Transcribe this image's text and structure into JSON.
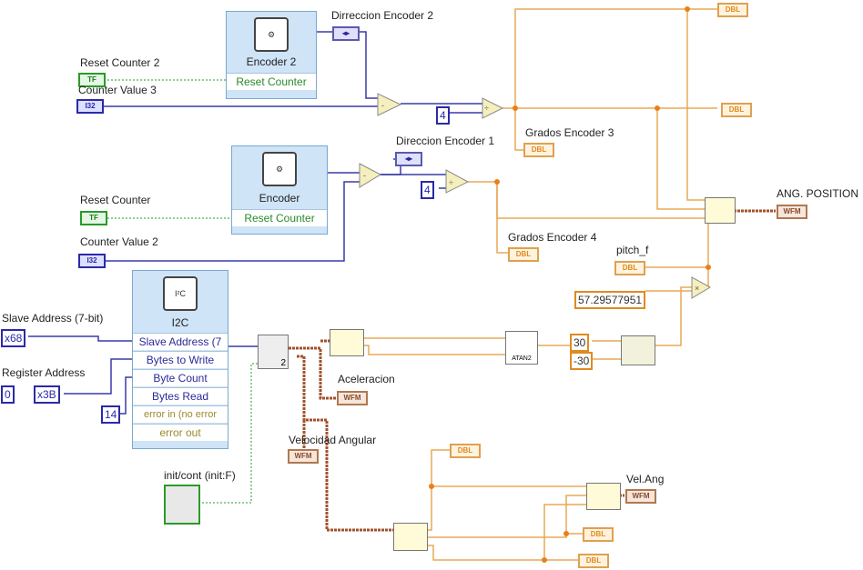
{
  "diagram": {
    "encoder2": {
      "title": "Encoder 2",
      "input": "Reset Counter",
      "icon": "encoder-icon"
    },
    "encoder1": {
      "title": "Encoder",
      "input": "Reset Counter",
      "icon": "encoder-icon"
    },
    "i2c": {
      "title": "I2C",
      "icon": "i2c-icon",
      "rows": [
        "Slave Address (7",
        "Bytes to Write",
        "Byte Count",
        "Bytes Read",
        "error in (no error",
        "error out"
      ]
    },
    "labels": {
      "reset_counter_2": "Reset Counter 2",
      "counter_value_3": "Counter Value 3",
      "dir_enc_2": "Dirreccion Encoder 2",
      "dir_enc_1": "Direccion Encoder 1",
      "reset_counter": "Reset Counter",
      "counter_value_2": "Counter Value 2",
      "grados_enc_3": "Grados Encoder 3",
      "grados_enc_4": "Grados Encoder 4",
      "ang_position": "ANG. POSITION",
      "pitch_f": "pitch_f",
      "slave_address": "Slave Address (7-bit)",
      "register_address": "Register Address",
      "aceleracion": "Aceleracion",
      "velocidad_angular": "Velocidad Angular",
      "init_cont": "init/cont (init:F)",
      "vel_ang": "Vel.Ang"
    },
    "terminals": {
      "dbl": "DBL",
      "i32": "I32",
      "tf": "TF",
      "wfm": "WFM",
      "enum": "◂▸"
    },
    "constants": {
      "four_a": "4",
      "four_b": "4",
      "rad_to_deg": "57.29577951",
      "upper": "30",
      "lower": "-30",
      "slave": "x68",
      "register": "x3B",
      "index": "0",
      "byte_count": "14",
      "wave_count": "2"
    },
    "operators": {
      "subtract": "-",
      "divide": "÷",
      "multiply": "×",
      "atan": "ATAN2"
    },
    "colors": {
      "dbl_wire": "#e8a857",
      "int_wire": "#3a3aa8",
      "bool_wire": "#2a9a2a",
      "wfm_wire": "#a0522d",
      "vi_bg": "#cfe4f6"
    }
  }
}
